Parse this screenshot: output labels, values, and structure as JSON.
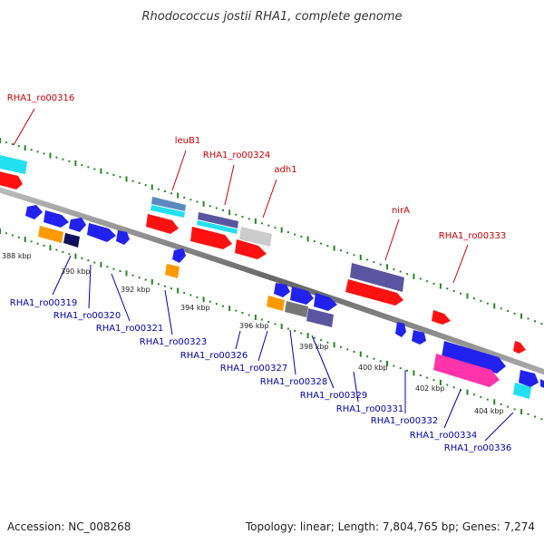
{
  "title": "Rhodococcus jostii RHA1, complete genome",
  "footer": {
    "accession": "Accession: NC_008268",
    "summary": "Topology: linear; Length: 7,804,765 bp; Genes: 7,274"
  },
  "colors": {
    "backbone": "#888888",
    "dots": "#228822",
    "top_label": "#cc0000",
    "bottom_label": "#0000aa",
    "red": "#ff1111",
    "blue": "#2222ee",
    "navy": "#101060",
    "slate": "#5a55a0",
    "cyan": "#22e0f0",
    "orange": "#ff9900",
    "gray": "#777777",
    "lightgray": "#cccccc",
    "pink": "#ff33aa"
  },
  "ticks": [
    "388 kbp",
    "390 kbp",
    "392 kbp",
    "394 kbp",
    "396 kbp",
    "398 kbp",
    "400 kbp",
    "402 kbp",
    "404 kbp"
  ],
  "top_labels": [
    "RHA1_ro00316",
    "leuB1",
    "RHA1_ro00324",
    "adh1",
    "nirA",
    "RHA1_ro00333"
  ],
  "bottom_labels": [
    "RHA1_ro00319",
    "RHA1_ro00320",
    "RHA1_ro00321",
    "RHA1_ro00323",
    "RHA1_ro00326",
    "RHA1_ro00327",
    "RHA1_ro00328",
    "RHA1_ro00329",
    "RHA1_ro00331",
    "RHA1_ro00332",
    "RHA1_ro00334",
    "RHA1_ro00336"
  ]
}
